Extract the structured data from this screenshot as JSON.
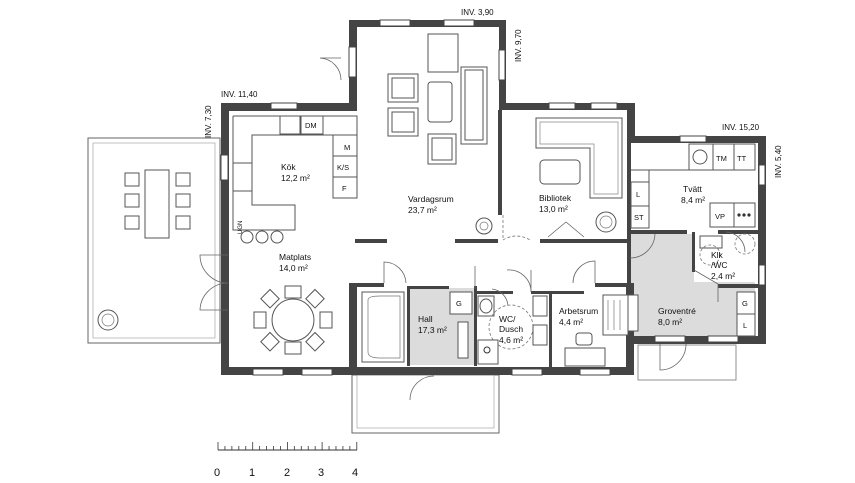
{
  "rooms": [
    {
      "id": "kok",
      "name": "Kök",
      "area": "12,2 m²"
    },
    {
      "id": "vardagsrum",
      "name": "Vardagsrum",
      "area": "23,7 m²"
    },
    {
      "id": "bibliotek",
      "name": "Bibliotek",
      "area": "13,0 m²"
    },
    {
      "id": "tvatt",
      "name": "Tvätt",
      "area": "8,4 m²"
    },
    {
      "id": "matplats",
      "name": "Matplats",
      "area": "14,0 m²"
    },
    {
      "id": "klk",
      "name": "Klk",
      "name2": "/WC",
      "area": "2,4 m²"
    },
    {
      "id": "hall",
      "name": "Hall",
      "area": "17,3 m²"
    },
    {
      "id": "wc",
      "name": "WC/",
      "name2": "Dusch",
      "area": "4,6 m²"
    },
    {
      "id": "arbetsrum",
      "name": "Arbetsrum",
      "area": "4,4 m²"
    },
    {
      "id": "groventre",
      "name": "Groventré",
      "area": "8,0 m²"
    }
  ],
  "inventory": {
    "inv_3_90": "INV. 3,90",
    "inv_9_70": "INV. 9,70",
    "inv_11_40": "INV. 11,40",
    "inv_7_30": "INV. 7,30",
    "inv_15_20": "INV. 15,20",
    "inv_5_40": "INV. 5,40"
  },
  "fixtures": {
    "dm": "DM",
    "m": "M",
    "ks": "K/S",
    "f": "F",
    "ugn": "UGN",
    "tm": "TM",
    "tt": "TT",
    "l_tvatt": "L",
    "st": "ST",
    "vp": "VP",
    "g_hall": "G",
    "g_groventre": "G",
    "l_groventre": "L"
  },
  "scale": {
    "ticks": [
      "0",
      "1",
      "2",
      "3",
      "4"
    ]
  }
}
